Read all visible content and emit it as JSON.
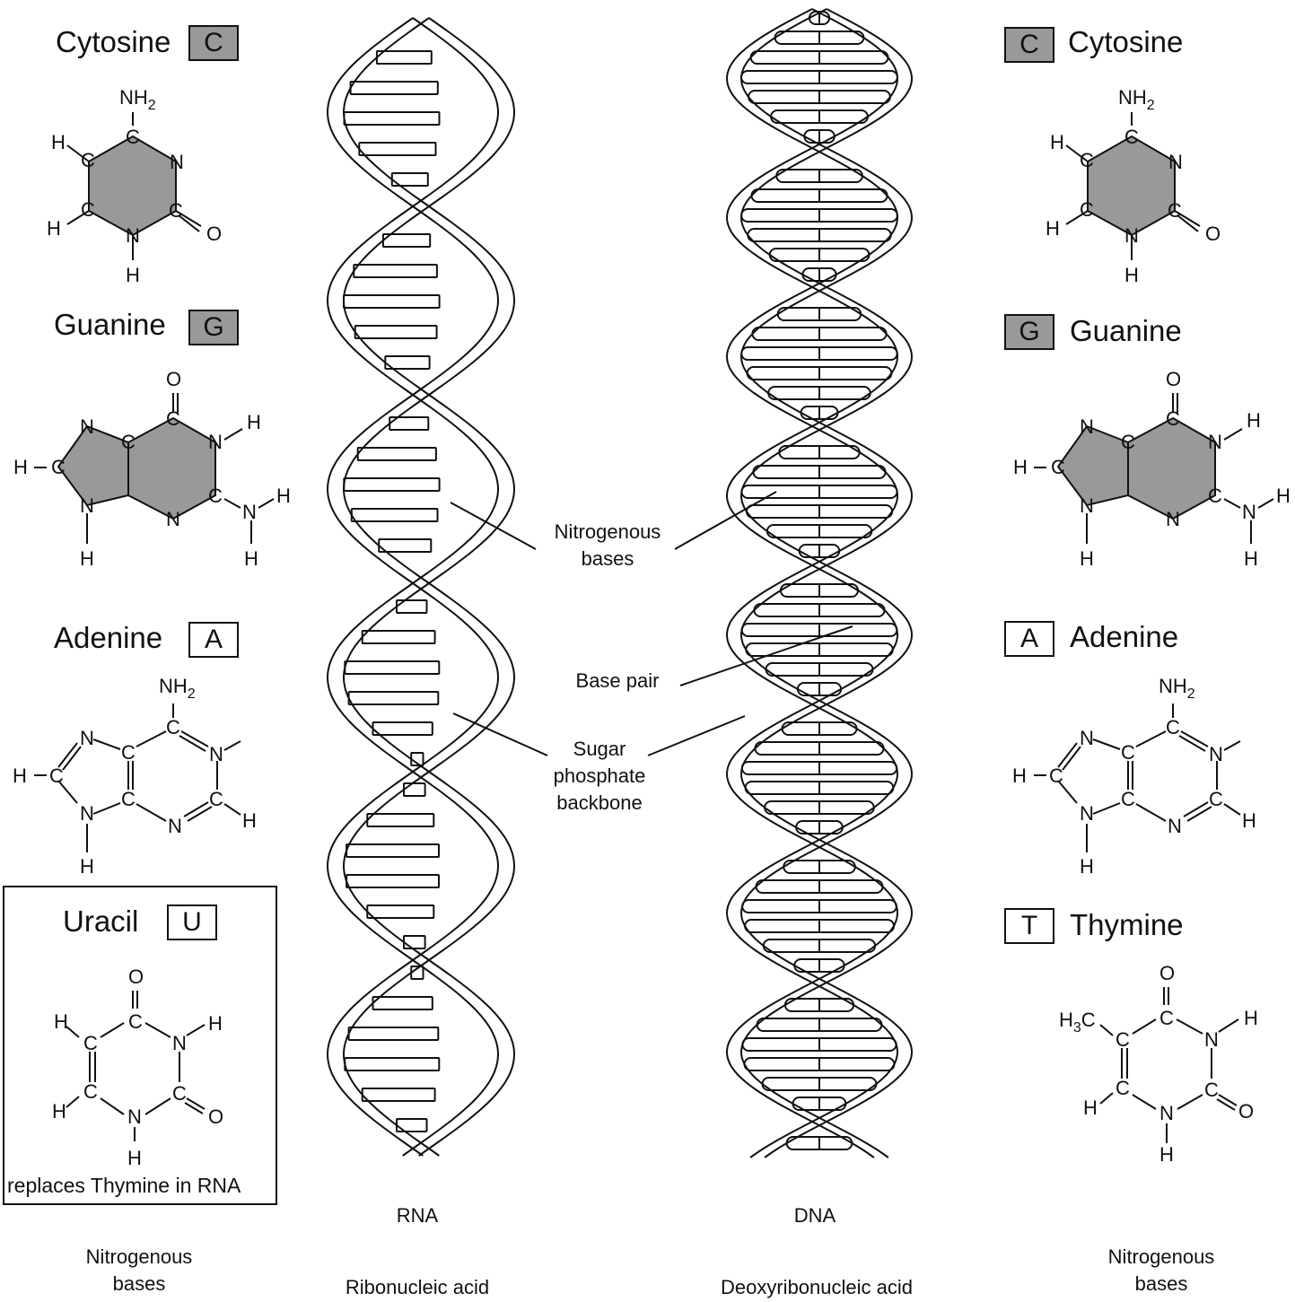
{
  "bases": {
    "left_cytosine": {
      "name": "Cytosine",
      "letter": "C"
    },
    "left_guanine": {
      "name": "Guanine",
      "letter": "G"
    },
    "left_adenine": {
      "name": "Adenine",
      "letter": "A"
    },
    "uracil": {
      "name": "Uracil",
      "letter": "U",
      "note": "replaces Thymine in RNA"
    },
    "right_cytosine": {
      "name": "Cytosine",
      "letter": "C"
    },
    "right_guanine": {
      "name": "Guanine",
      "letter": "G"
    },
    "right_adenine": {
      "name": "Adenine",
      "letter": "A"
    },
    "right_thymine": {
      "name": "Thymine",
      "letter": "T"
    }
  },
  "callouts": {
    "nitrogenous_bases_1": "Nitrogenous",
    "nitrogenous_bases_2": "bases",
    "base_pair": "Base pair",
    "sugar_1": "Sugar",
    "sugar_2": "phosphate",
    "sugar_3": "backbone"
  },
  "footer": {
    "rna_short": "RNA",
    "rna_long": "Ribonucleic acid",
    "dna_short": "DNA",
    "dna_long": "Deoxyribonucleic acid",
    "left_caption_1": "Nitrogenous",
    "left_caption_2": "bases",
    "right_caption_1": "Nitrogenous",
    "right_caption_2": "bases"
  },
  "atoms": {
    "nh2": "NH2",
    "nh2_base": "NH",
    "sub2": "2",
    "h": "H",
    "c": "C",
    "n": "N",
    "o": "O",
    "h3c_base": "H",
    "sub3": "3",
    "h3c_c": "C"
  },
  "colors": {
    "shaded": "#999999",
    "line": "#111111"
  }
}
